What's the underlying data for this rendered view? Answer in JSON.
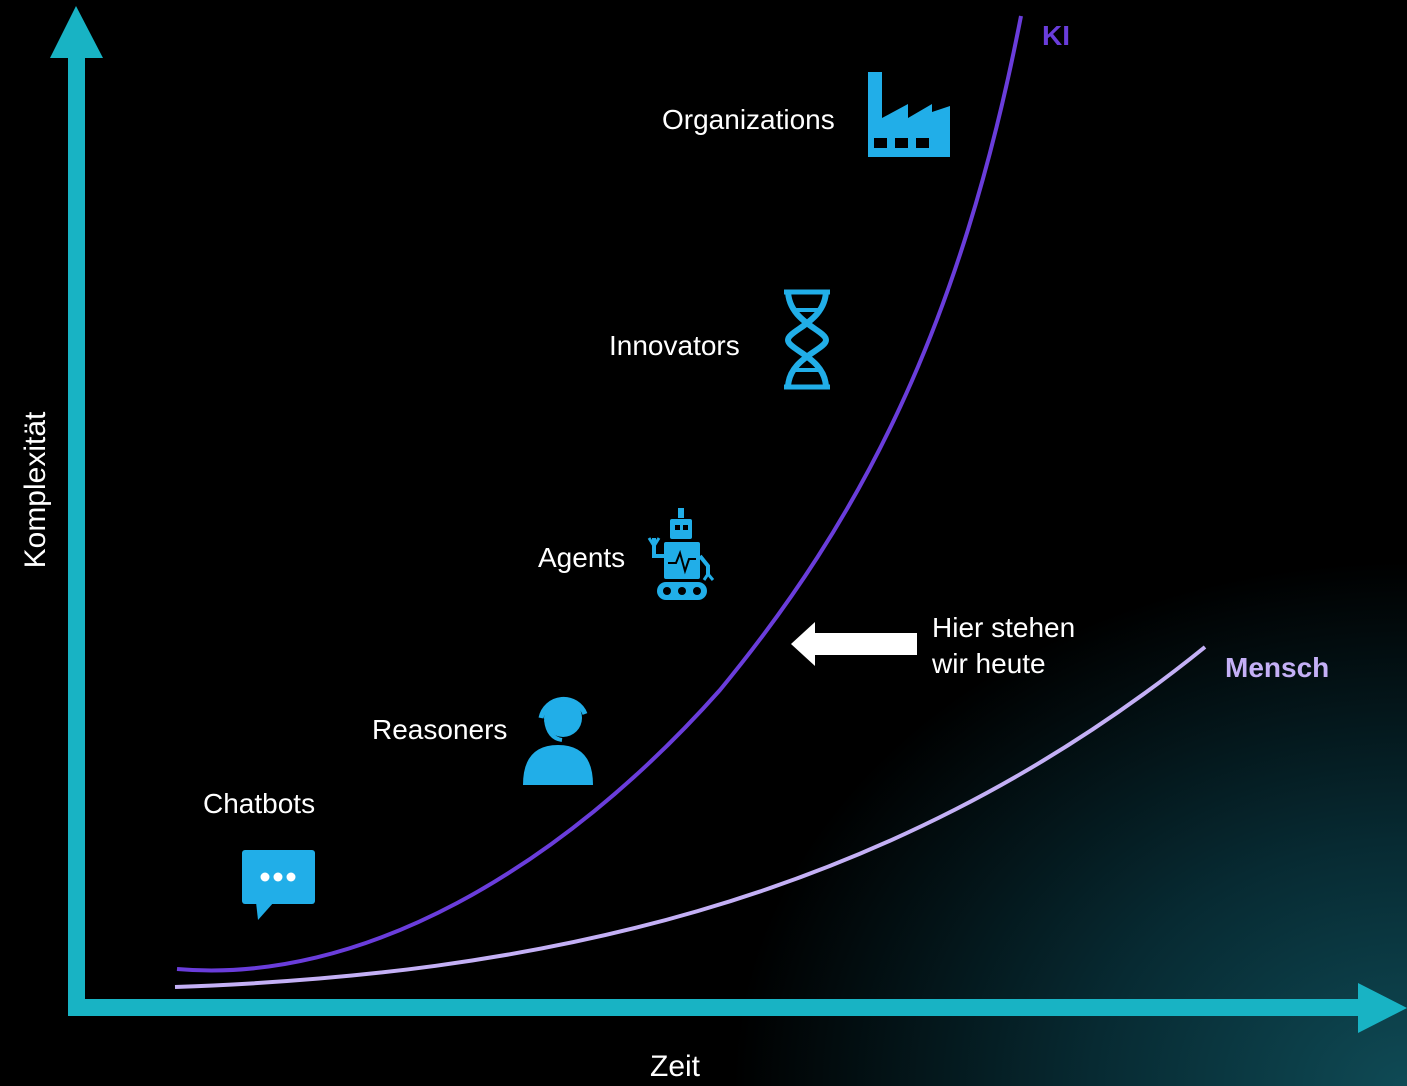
{
  "axes": {
    "x_label": "Zeit",
    "y_label": "Komplexität",
    "color": "#18b3c4"
  },
  "series": [
    {
      "name": "KI",
      "color": "#6a3ddb"
    },
    {
      "name": "Mensch",
      "color": "#c4b0f6"
    }
  ],
  "stages": [
    {
      "label": "Chatbots",
      "icon": "chat-bubble-icon"
    },
    {
      "label": "Reasoners",
      "icon": "headset-person-icon"
    },
    {
      "label": "Agents",
      "icon": "robot-icon"
    },
    {
      "label": "Innovators",
      "icon": "dna-icon"
    },
    {
      "label": "Organizations",
      "icon": "factory-icon"
    }
  ],
  "annotation": {
    "line1": "Hier stehen",
    "line2": "wir heute"
  },
  "icon_color": "#21aee8"
}
